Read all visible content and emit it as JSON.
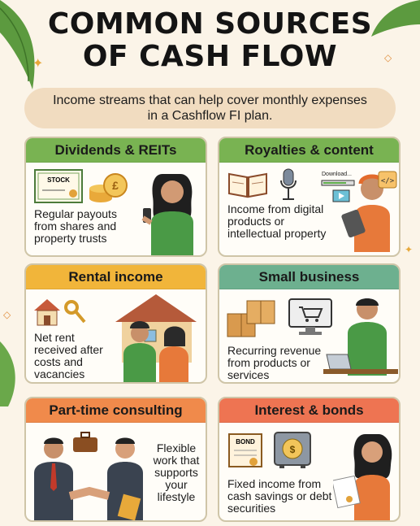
{
  "title_line1": "COMMON SOURCES",
  "title_line2": "OF CASH FLOW",
  "subtitle": "Income streams that can help cover monthly expenses in a Cashflow FI plan.",
  "colors": {
    "green_header": "#79b352",
    "yellow_header": "#f1b53a",
    "teal_header": "#6db08f",
    "orange_header": "#f08a4b",
    "coral_header": "#ee7452"
  },
  "cards": [
    {
      "title": "Dividends & REITs",
      "text": "Regular payouts from shares and property trusts",
      "stock_label": "STOCK",
      "icons": [
        "stock-certificate-icon",
        "coin-stack-icon",
        "person-phone-icon"
      ]
    },
    {
      "title": "Royalties & content",
      "text": "Income from digital products or intellectual property",
      "download_label": "Download...",
      "icons": [
        "book-icon",
        "microphone-icon",
        "laptop-icon",
        "tablet-icon"
      ]
    },
    {
      "title": "Rental income",
      "text": "Net rent received after costs and vacancies",
      "icons": [
        "house-key-icon",
        "couple-house-icon"
      ]
    },
    {
      "title": "Small business",
      "text": "Recurring revenue from products or services",
      "icons": [
        "boxes-icon",
        "cart-monitor-icon",
        "person-laptop-icon"
      ]
    },
    {
      "title": "Part-time consulting",
      "text": "Flexible work that supports your lifestyle",
      "icons": [
        "briefcase-icon",
        "handshake-icon"
      ]
    },
    {
      "title": "Interest & bonds",
      "text": "Fixed income from cash savings or debt securities",
      "bond_label": "BOND",
      "icons": [
        "bond-scroll-icon",
        "safe-icon",
        "person-certificate-icon"
      ]
    }
  ]
}
